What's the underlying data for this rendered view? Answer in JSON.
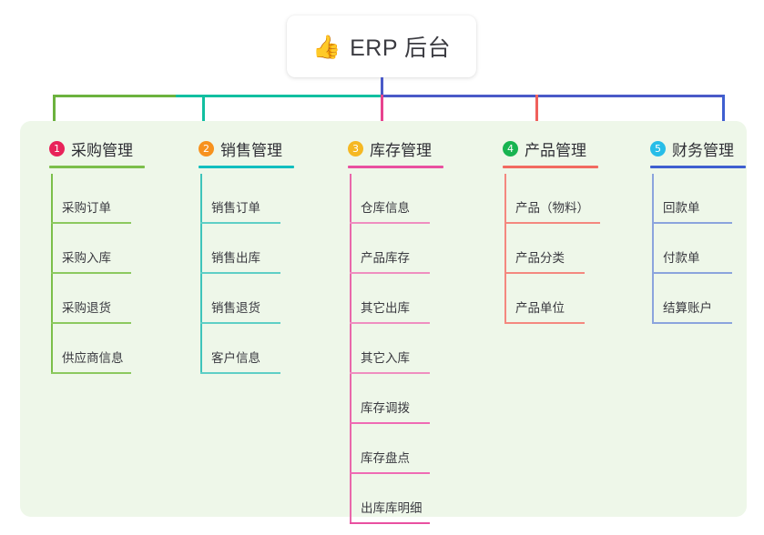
{
  "root": {
    "icon": "thumbs-up-emoji",
    "emoji": "👍",
    "title": "ERP 后台"
  },
  "palette": {
    "panel_bg": "#eef7e9",
    "page_bg": "#ffffff",
    "root_stem": "#4a5ac8",
    "bar_green": "#6cb23e",
    "bar_teal": "#12bfa0",
    "bar_indigo": "#4a5ac8",
    "drop_green": "#6cb23e",
    "drop_teal": "#12bfa0",
    "drop_pink": "#e8438f",
    "drop_red": "#f0615c",
    "drop_blue": "#3f5fd0"
  },
  "columns": [
    {
      "number": "1",
      "title": "采购管理",
      "badge_color": "#e8235a",
      "rule_color": "#7cbf4a",
      "line_color": "#7cbf4a",
      "items": [
        "采购订单",
        "采购入库",
        "采购退货",
        "供应商信息"
      ]
    },
    {
      "number": "2",
      "title": "销售管理",
      "badge_color": "#f7921e",
      "rule_color": "#12bfbf",
      "line_color": "#3fc4bb",
      "items": [
        "销售订单",
        "销售出库",
        "销售退货",
        "客户信息"
      ]
    },
    {
      "number": "3",
      "title": "库存管理",
      "badge_color": "#f5b823",
      "rule_color": "#e950a0",
      "line_color": "#e968ab",
      "items": [
        "仓库信息",
        "产品库存",
        "其它出库",
        "其它入库",
        "库存调拨",
        "库存盘点",
        "出库库明细"
      ]
    },
    {
      "number": "4",
      "title": "产品管理",
      "badge_color": "#18b451",
      "rule_color": "#f26a60",
      "line_color": "#f4887f",
      "items": [
        "产品（物料）",
        "产品分类",
        "产品单位"
      ]
    },
    {
      "number": "5",
      "title": "财务管理",
      "badge_color": "#27bde8",
      "rule_color": "#3f5fd0",
      "line_color": "#8ba4dd",
      "items": [
        "回款单",
        "付款单",
        "结算账户"
      ]
    }
  ]
}
